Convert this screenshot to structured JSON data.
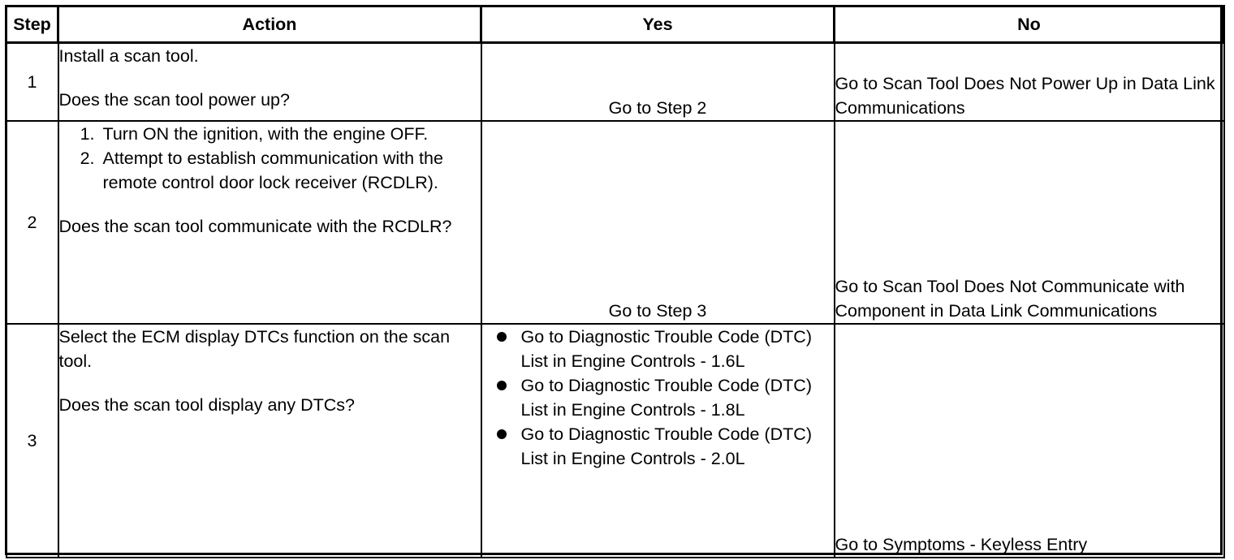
{
  "headers": {
    "step": "Step",
    "action": "Action",
    "yes": "Yes",
    "no": "No"
  },
  "rows": [
    {
      "step": "1",
      "action_lines": [
        "Install a scan tool."
      ],
      "action_question": "Does the scan tool power up?",
      "yes": "Go to Step 2",
      "no": "Go to Scan Tool Does Not Power Up in Data Link Communications"
    },
    {
      "step": "2",
      "action_steps": [
        "Turn ON the ignition, with the engine OFF.",
        "Attempt to establish communication with the remote control door lock receiver (RCDLR)."
      ],
      "action_question": "Does the scan tool communicate with the RCDLR?",
      "yes": "Go to Step 3",
      "no": "Go to Scan Tool Does Not Communicate with Component in Data Link Communications"
    },
    {
      "step": "3",
      "action_lines": [
        "Select the ECM display DTCs function on the scan tool."
      ],
      "action_question": "Does the scan tool display any DTCs?",
      "yes_items": [
        "Go to Diagnostic Trouble Code (DTC) List in Engine Controls - 1.6L",
        "Go to Diagnostic Trouble Code (DTC) List in Engine Controls - 1.8L",
        "Go to Diagnostic Trouble Code (DTC) List in Engine Controls - 2.0L"
      ],
      "no": "Go to Symptoms - Keyless Entry"
    }
  ]
}
